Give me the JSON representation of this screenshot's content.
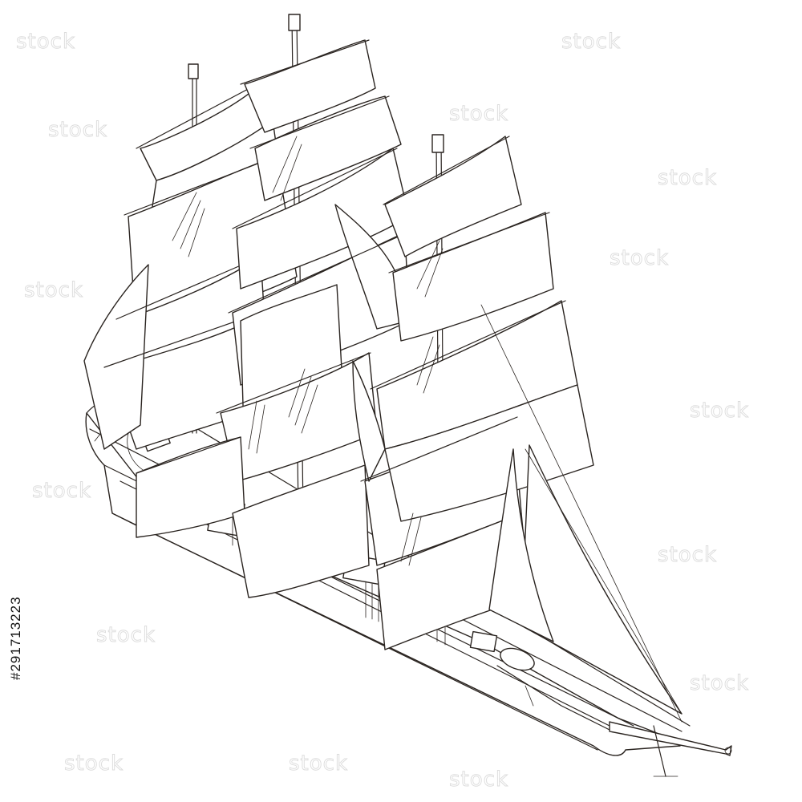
{
  "image": {
    "subject": "sailing-ship-outline-drawing",
    "watermark_text": "stock",
    "stock_id": "#291713223"
  },
  "colors": {
    "background": "#ffffff",
    "ink": "#2a2420",
    "watermark": "#d8d8d8"
  }
}
